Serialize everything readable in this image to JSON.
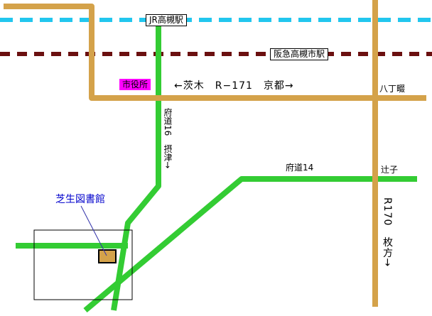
{
  "colors": {
    "major_road": "#d4a24a",
    "minor_road": "#33cc33",
    "jr_line": "#22c6ee",
    "hankyu_line": "#6b1010",
    "city_hall_bg": "#ff00ff",
    "library_text": "#0000cc",
    "library_marker": "#d4a24a"
  },
  "labels": {
    "jr_station": "JR高槻駅",
    "hankyu_station": "阪急高槻市駅",
    "city_hall": "市役所",
    "route171": "←茨木　R−171　京都→",
    "hatchoudawa": "八丁畷",
    "prefroad16": "府道16　摂津→",
    "prefroad14": "府道14",
    "tsujiko": "辻子",
    "route170": "R170　枚方→",
    "library": "芝生図書館"
  }
}
